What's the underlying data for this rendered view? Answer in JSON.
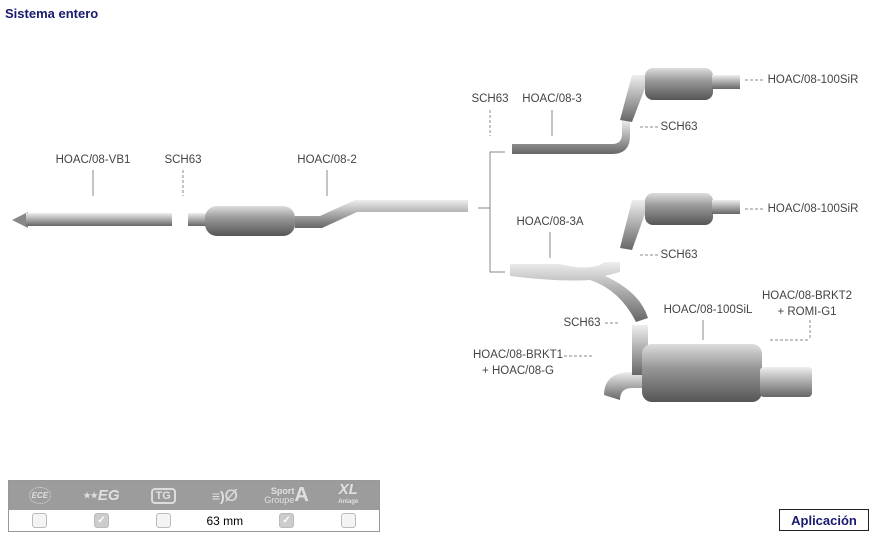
{
  "title": "Sistema entero",
  "labels": {
    "vb1": "HOAC/08-VB1",
    "sch_a": "SCH63",
    "p2": "HOAC/08-2",
    "sch_b": "SCH63",
    "p3": "HOAC/08-3",
    "sir1": "HOAC/08-100SiR",
    "sch_c": "SCH63",
    "sir2": "HOAC/08-100SiR",
    "p3a": "HOAC/08-3A",
    "sch_d": "SCH63",
    "sch_e": "SCH63",
    "sil": "HOAC/08-100SiL",
    "brkt2_a": "HOAC/08-BRKT2",
    "brkt2_b": "+ ROMI-G1",
    "brkt1_a": "HOAC/08-BRKT1",
    "brkt1_b": "+ HOAC/08-G"
  },
  "approvals": {
    "headers": [
      "ECE",
      "EG",
      "TG",
      "Ø",
      "Sport Groupe A",
      "XL Anlage"
    ],
    "sport": "Sport",
    "groupe": "Groupe",
    "a": "A",
    "xl": "XL",
    "anlage": "Anlage",
    "diameter": "63 mm",
    "checked": [
      false,
      true,
      false,
      null,
      true,
      false
    ]
  },
  "button": "Aplicación"
}
